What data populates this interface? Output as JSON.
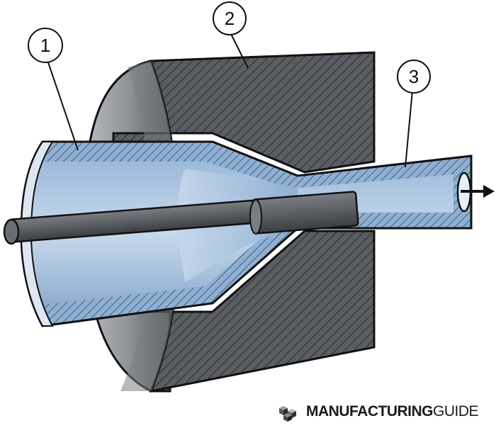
{
  "diagram": {
    "callouts": [
      {
        "id": "1",
        "label": "1"
      },
      {
        "id": "2",
        "label": "2"
      },
      {
        "id": "3",
        "label": "3"
      }
    ],
    "colors": {
      "die": "#585b5f",
      "die_face": "#8f9296",
      "tube": "#9fbbd8",
      "tube_inner": "#b7cde4",
      "mandrel": "#616468",
      "outline": "#111111"
    },
    "icons": {
      "flow_direction": "arrow-right-icon",
      "logo_mark": "stacked-cubes-icon"
    }
  },
  "logo": {
    "bold": "MANUFACTURING",
    "light": "GUIDE"
  }
}
